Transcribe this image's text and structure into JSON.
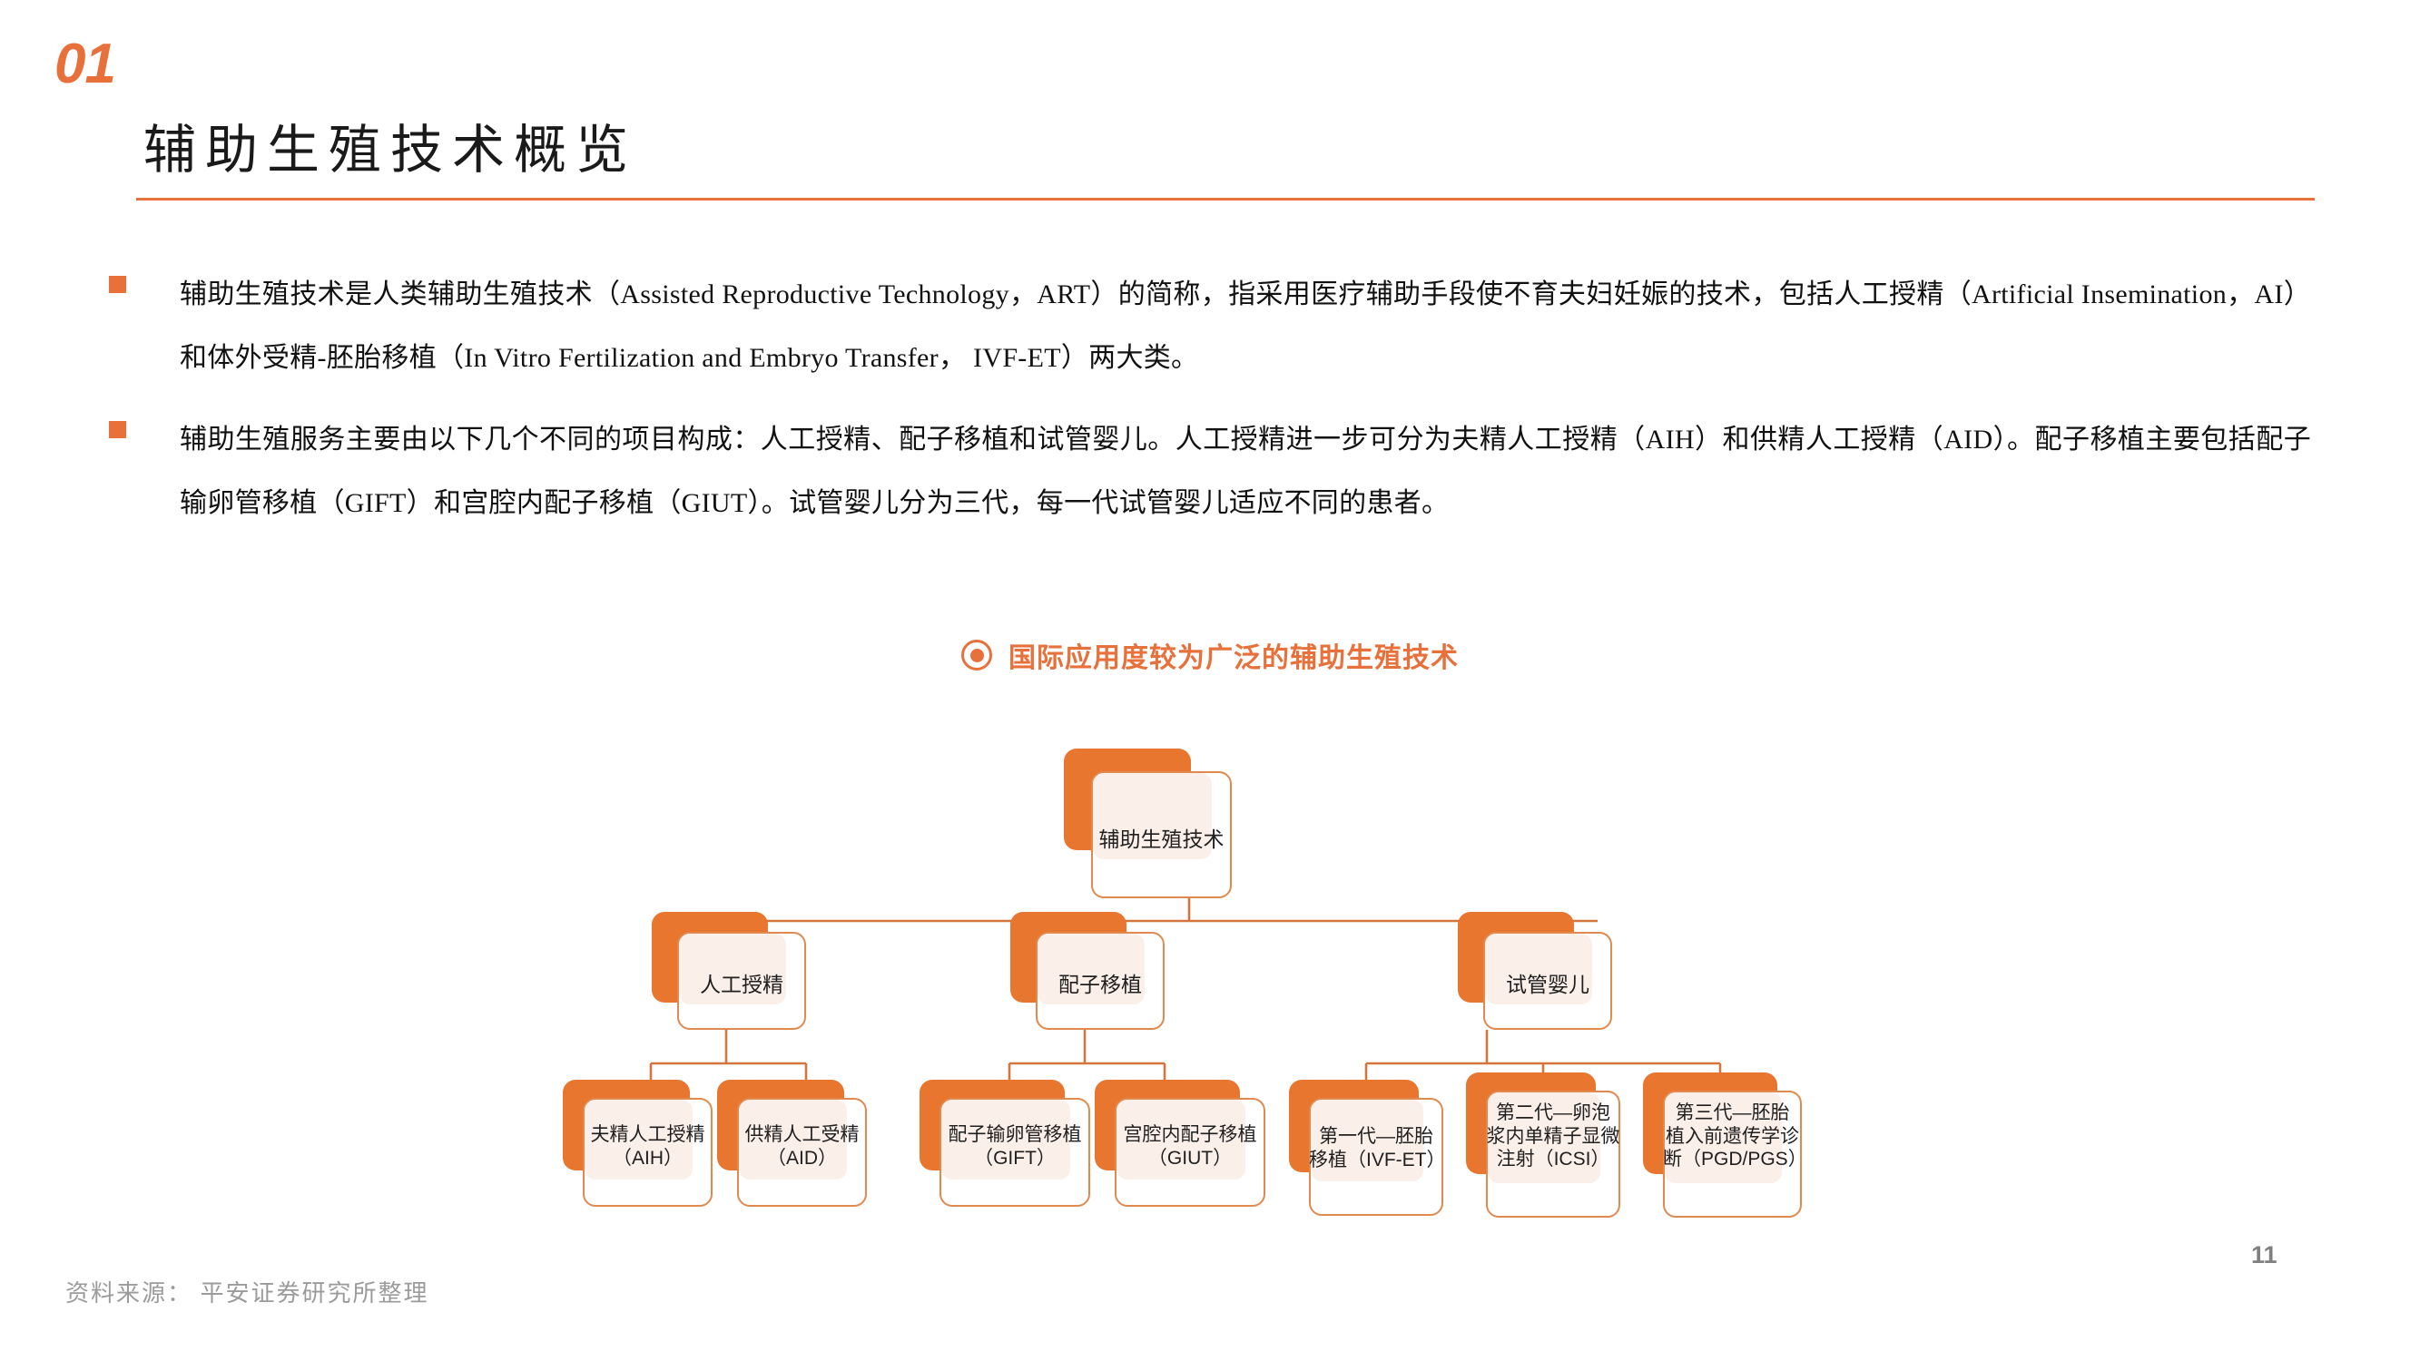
{
  "header": {
    "section_number": "01",
    "title": "辅助生殖技术概览",
    "rule_color": "#E8703A"
  },
  "bullets": [
    {
      "marker": "square-bullet",
      "text": "辅助生殖技术是人类辅助生殖技术（Assisted Reproductive Technology，ART）的简称，指采用医疗辅助手段使不育夫妇妊娠的技术，包括人工授精（Artificial Insemination，AI）和体外受精-胚胎移植（In Vitro Fertilization and Embryo Transfer， IVF-ET）两大类。"
    },
    {
      "marker": "square-bullet",
      "text": "辅助生殖服务主要由以下几个不同的项目构成：人工授精、配子移植和试管婴儿。人工授精进一步可分为夫精人工授精（AIH）和供精人工授精（AID）。配子移植主要包括配子输卵管移植（GIFT）和宫腔内配子移植（GIUT）。试管婴儿分为三代，每一代试管婴儿适应不同的患者。"
    }
  ],
  "chart_caption": {
    "icon": "target-dot-icon",
    "text": "国际应用度较为广泛的辅助生殖技术"
  },
  "chart_data": {
    "type": "tree",
    "title": "国际应用度较为广泛的辅助生殖技术",
    "root": {
      "id": "root",
      "label": "辅助生殖技术",
      "children": [
        {
          "id": "ai",
          "label": "人工授精",
          "children": [
            {
              "id": "aih",
              "label": "夫精人工授精\n（AIH）"
            },
            {
              "id": "aid",
              "label": "供精人工受精\n（AID）"
            }
          ]
        },
        {
          "id": "gamete",
          "label": "配子移植",
          "children": [
            {
              "id": "gift",
              "label": "配子输卵管移植\n（GIFT）"
            },
            {
              "id": "giut",
              "label": "宫腔内配子移植\n（GIUT）"
            }
          ]
        },
        {
          "id": "ivf",
          "label": "试管婴儿",
          "children": [
            {
              "id": "ivfet",
              "label": "第一代—胚胎\n移植（IVF-ET）"
            },
            {
              "id": "icsi",
              "label": "第二代—卵泡\n浆内单精子显微\n注射（ICSI）"
            },
            {
              "id": "pgd",
              "label": "第三代—胚胎\n植入前遗传学诊\n断（PGD/PGS）"
            }
          ]
        }
      ]
    },
    "colors": {
      "shadow": "#E8762F",
      "card_border": "#E08A50",
      "card_fill": "#FBEFE9",
      "connector": "#D4763C"
    }
  },
  "nodes": {
    "root": "辅助生殖技术",
    "l1_0": "人工授精",
    "l1_1": "配子移植",
    "l1_2": "试管婴儿",
    "l2_0": "夫精人工授精\n（AIH）",
    "l2_1": "供精人工受精\n（AID）",
    "l2_2": "配子输卵管移植\n（GIFT）",
    "l2_3": "宫腔内配子移植\n（GIUT）",
    "l2_4": "第一代—胚胎\n移植（IVF-ET）",
    "l2_5": "第二代—卵泡\n浆内单精子显微\n注射（ICSI）",
    "l2_6": "第三代—胚胎\n植入前遗传学诊\n断（PGD/PGS）"
  },
  "footer": {
    "source": "资料来源： 平安证券研究所整理",
    "page_number": "11"
  }
}
